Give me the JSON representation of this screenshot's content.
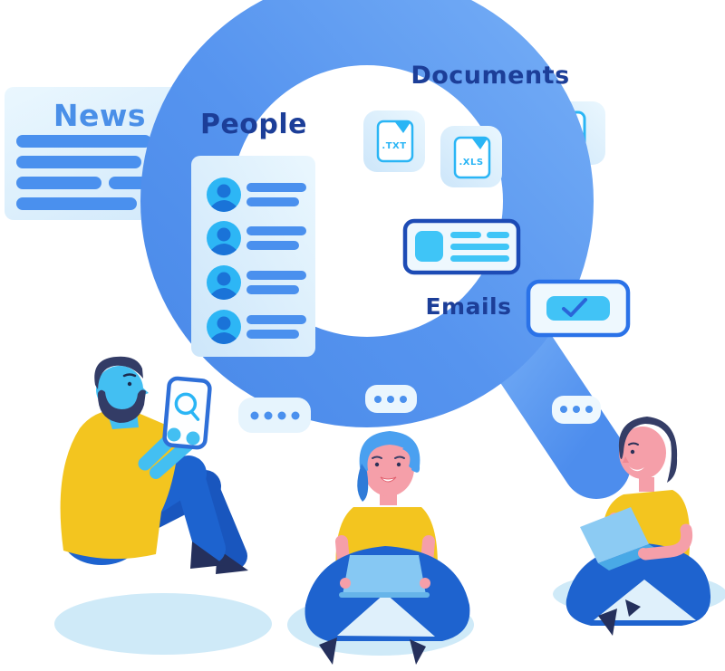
{
  "illustration": {
    "description": "Flat vector illustration: large blue magnifying glass over search-result categories, with three people using devices",
    "labels": {
      "news": "News",
      "people": "People",
      "documents": "Documents",
      "emails": "Emails",
      "txt_file": ".TXT",
      "xls_file": ".XLS"
    },
    "cards": {
      "news_text_lines": 4,
      "people_contact_rows": 4,
      "email_text_lines": 3,
      "checkbox_checked": true
    },
    "speech_bubbles": [
      {
        "dots": 4
      },
      {
        "dots": 3
      },
      {
        "dots": 3
      }
    ],
    "colors": {
      "magnifier_blue": "#5694EF",
      "magnifier_blue_light": "#72ABF5",
      "magnifier_blue_dark": "#4A8AE9",
      "label_navy": "#1C3E98",
      "news_label_blue": "#4A8FE8",
      "card_light_blue": "#D9EDFC",
      "bar_blue": "#4A90EE",
      "cyan_fill": "#3FC5F7",
      "cyan_stroke": "#2AB5F5",
      "email_border_navy": "#1D4BB5",
      "checkbox_border_blue": "#2A72E8",
      "shirt_yellow": "#F3C51F",
      "pants_blue": "#1D63CF",
      "skin_pink": "#F59FA9",
      "skin_blue": "#43BFF2",
      "hair_navy": "#333C66",
      "laptop_blue": "#86C8F3",
      "ground_shadow_blue": "#CFEAF8"
    }
  }
}
